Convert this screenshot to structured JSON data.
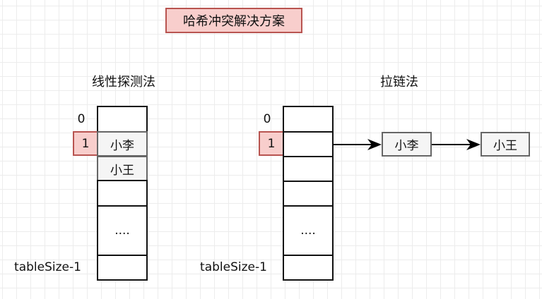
{
  "title": "哈希冲突解决方案",
  "linear_probing": {
    "heading": "线性探测法",
    "index0": "0",
    "index1": "1",
    "last_index": "tableSize-1",
    "cell1": "小李",
    "cell2": "小王",
    "ellipsis": "...."
  },
  "chaining": {
    "heading": "拉链法",
    "index0": "0",
    "index1": "1",
    "last_index": "tableSize-1",
    "node1": "小李",
    "node2": "小王",
    "ellipsis": "...."
  }
}
